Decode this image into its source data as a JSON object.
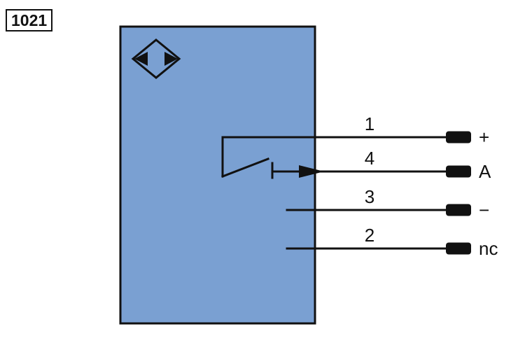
{
  "figure": {
    "label": "1021"
  },
  "sensor": {
    "symbol": "inductive-sensor-diamond-icon",
    "switch_type": "normally-open-contact",
    "output_arrow": "right-arrow-icon"
  },
  "wires": [
    {
      "pin": "1",
      "terminal": "+"
    },
    {
      "pin": "4",
      "terminal": "A"
    },
    {
      "pin": "3",
      "terminal": "−"
    },
    {
      "pin": "2",
      "terminal": "nc"
    }
  ],
  "colors": {
    "sensor_fill": "#7aa0d2",
    "line": "#111111",
    "terminal_fill": "#111111",
    "background": "#ffffff"
  }
}
